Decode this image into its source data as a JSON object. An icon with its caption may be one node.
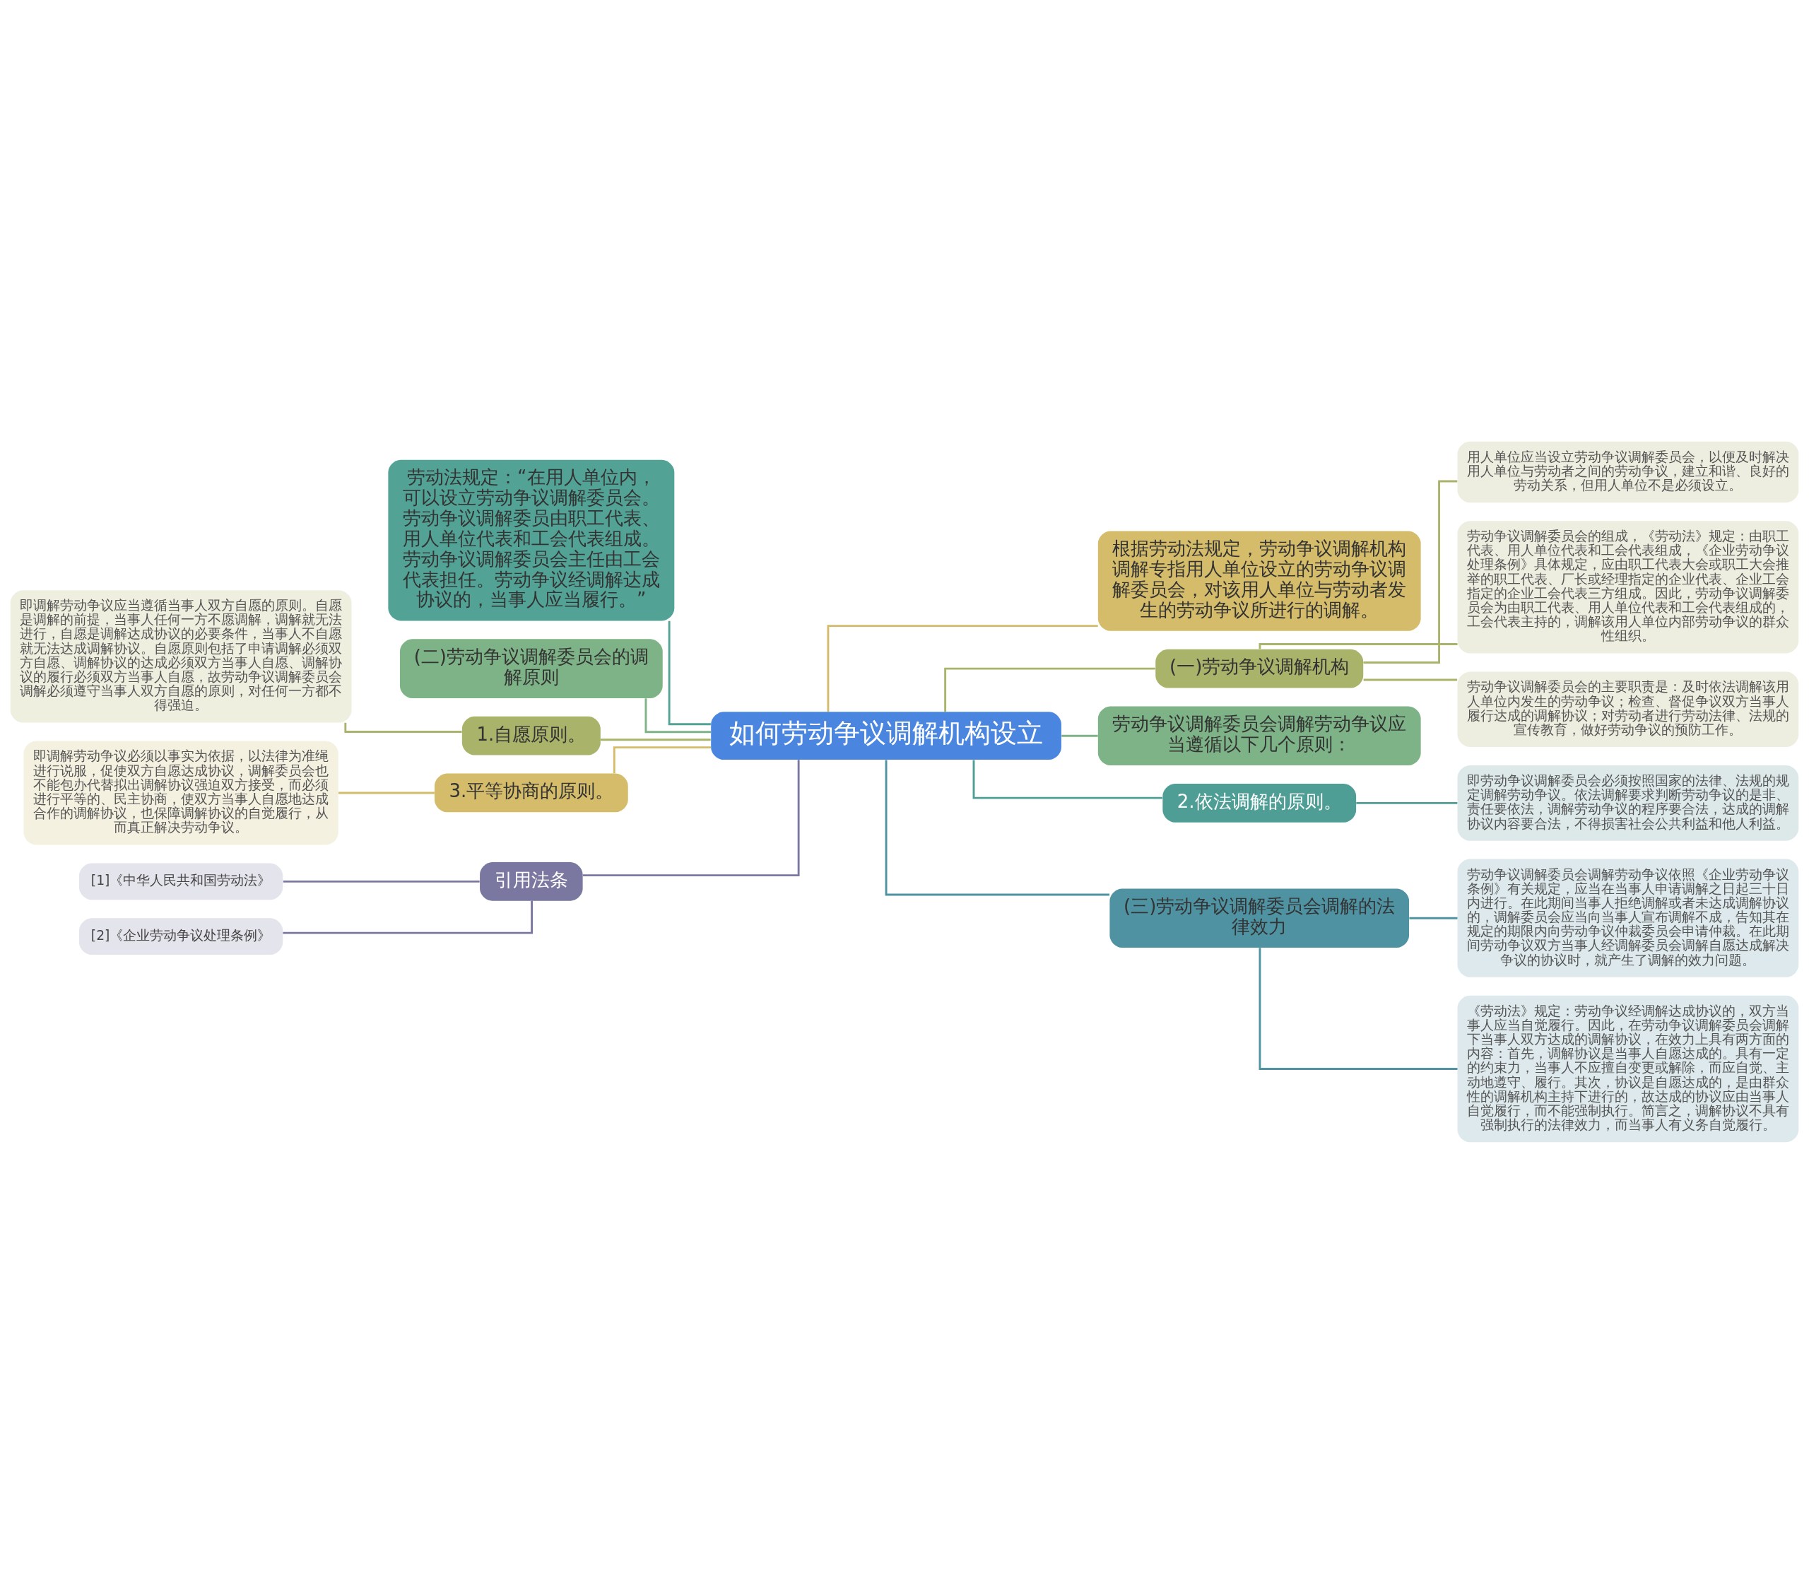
{
  "diagram": {
    "nodes": [
      {
        "text": [
          "如何劳动争议调解机构设立"
        ]
      },
      {
        "text": [
          "根据劳动法规定，劳动争议调解机构调解专指用人单位设立的劳动争议调解委员会，对该用人单位与劳动者发生的劳动争议所进行的调解。"
        ]
      },
      {
        "text": [
          "(一)劳动争议调解机构"
        ]
      },
      {
        "text": [
          "用人单位应当设立劳动争议调解委员会，以便及时解决用人单位与劳动者之间的劳动争议，建立和谐、良好的劳动关系，但用人单位不是必须设立。"
        ]
      },
      {
        "text": [
          "劳动争议调解委员会的组成，《劳动法》规定：由职工代表、用人单位代表和工会代表组成，《企业劳动争议处理条例》具体规定，应由职工代表大会或职工大会推举的职工代表、厂长或经理指定的企业代表、企业工会指定的企业工会代表三方组成。因此，劳动争议调解委员会为由职工代表、用人单位代表和工会代表组成的，工会代表主持的，调解该用人单位内部劳动争议的群众性组织。"
        ]
      },
      {
        "text": [
          "劳动争议调解委员会的主要职责是：及时依法调解该用人单位内发生的劳动争议；检查、督促争议双方当事人履行达成的调解协议；对劳动者进行劳动法律、法规的宣传教育，做好劳动争议的预防工作。"
        ]
      },
      {
        "text": [
          "劳动争议调解委员会调解劳动争议应当遵循以下几个原则："
        ]
      },
      {
        "text": [
          "2.依法调解的原则。"
        ]
      },
      {
        "text": [
          "即劳动争议调解委员会必须按照国家的法律、法规的规定调解劳动争议。依法调解要求判断劳动争议的是非、责任要依法，调解劳动争议的程序要合法，达成的调解协议内容要合法，不得损害社会公共利益和他人利益。"
        ]
      },
      {
        "text": [
          "(三)劳动争议调解委员会调解的法律效力"
        ]
      },
      {
        "text": [
          "劳动争议调解委员会调解劳动争议依照《企业劳动争议条例》有关规定，应当在当事人申请调解之日起三十日内进行。在此期间当事人拒绝调解或者未达成调解协议的，调解委员会应当向当事人宣布调解不成，告知其在规定的期限内向劳动争议仲裁委员会申请仲裁。在此期间劳动争议双方当事人经调解委员会调解自愿达成解决争议的协议时，就产生了调解的效力问题。"
        ]
      },
      {
        "text": [
          "《劳动法》规定：劳动争议经调解达成协议的，双方当事人应当自觉履行。因此，在劳动争议调解委员会调解下当事人双方达成的调解协议，在效力上具有两方面的内容：首先，调解协议是当事人自愿达成的。具有一定的约束力，当事人不应擅自变更或解除，而应自觉、主动地遵守、履行。其次，协议是自愿达成的，是由群众性的调解机构主持下进行的，故达成的协议应由当事人自觉履行，而不能强制执行。简言之，调解协议不具有强制执行的法律效力，而当事人有义务自觉履行。"
        ]
      },
      {
        "text": [
          "劳动法规定：“在用人单位内，可以设立劳动争议调解委员会。劳动争议调解委员由职工代表、用人单位代表和工会代表组成。劳动争议调解委员会主任由工会代表担任。劳动争议经调解达成协议的，当事人应当履行。”"
        ]
      },
      {
        "text": [
          "(二)劳动争议调解委员会的调解原则"
        ]
      },
      {
        "text": [
          "1.自愿原则。"
        ]
      },
      {
        "text": [
          "即调解劳动争议应当遵循当事人双方自愿的原则。自愿是调解的前提，当事人任何一方不愿调解，调解就无法进行，自愿是调解达成协议的必要条件，当事人不自愿就无法达成调解协议。自愿原则包括了申请调解必须双方自愿、调解协议的达成必须双方当事人自愿、调解协议的履行必须双方当事人自愿，故劳动争议调解委员会调解必须遵守当事人双方自愿的原则，对任何一方都不得强迫。"
        ]
      },
      {
        "text": [
          "3.平等协商的原则。"
        ]
      },
      {
        "text": [
          "即调解劳动争议必须以事实为依据，以法律为准绳进行说服，促使双方自愿达成协议，调解委员会也不能包办代替拟出调解协议强迫双方接受，而必须进行平等的、民主协商，使双方当事人自愿地达成合作的调解协议，也保障调解协议的自觉履行，从而真正解决劳动争议。"
        ]
      },
      {
        "text": [
          "引用法条"
        ]
      },
      {
        "text": [
          "[1]《中华人民共和国劳动法》"
        ]
      },
      {
        "text": [
          "[2]《企业劳动争议处理条例》"
        ]
      }
    ],
    "edges": [
      {
        "from": 0,
        "to": 1,
        "arrow": "none",
        "color": "#d4bc6a"
      },
      {
        "from": 0,
        "to": 2,
        "arrow": "none",
        "color": "#a9b36a"
      },
      {
        "from": 2,
        "to": 3,
        "arrow": "none",
        "color": "#a9b36a"
      },
      {
        "from": 2,
        "to": 4,
        "arrow": "none",
        "color": "#a9b36a"
      },
      {
        "from": 2,
        "to": 5,
        "arrow": "none",
        "color": "#a9b36a"
      },
      {
        "from": 0,
        "to": 6,
        "arrow": "none",
        "color": "#7db386"
      },
      {
        "from": 0,
        "to": 7,
        "arrow": "none",
        "color": "#4e9e96"
      },
      {
        "from": 7,
        "to": 8,
        "arrow": "none",
        "color": "#4e9e96"
      },
      {
        "from": 0,
        "to": 9,
        "arrow": "none",
        "color": "#4f93a3"
      },
      {
        "from": 9,
        "to": 10,
        "arrow": "none",
        "color": "#4f93a3"
      },
      {
        "from": 9,
        "to": 11,
        "arrow": "none",
        "color": "#4f93a3"
      },
      {
        "from": 0,
        "to": 12,
        "arrow": "none",
        "color": "#52a396"
      },
      {
        "from": 0,
        "to": 13,
        "arrow": "none",
        "color": "#7db386"
      },
      {
        "from": 0,
        "to": 14,
        "arrow": "none",
        "color": "#a9b36a"
      },
      {
        "from": 14,
        "to": 15,
        "arrow": "none",
        "color": "#a9b36a"
      },
      {
        "from": 0,
        "to": 16,
        "arrow": "none",
        "color": "#d4bc6a"
      },
      {
        "from": 16,
        "to": 17,
        "arrow": "none",
        "color": "#d4bc6a"
      },
      {
        "from": 0,
        "to": 18,
        "arrow": "none",
        "color": "#7a78a0"
      },
      {
        "from": 18,
        "to": 19,
        "arrow": "none",
        "color": "#7a78a0"
      },
      {
        "from": 18,
        "to": 20,
        "arrow": "none",
        "color": "#7a78a0"
      }
    ]
  }
}
